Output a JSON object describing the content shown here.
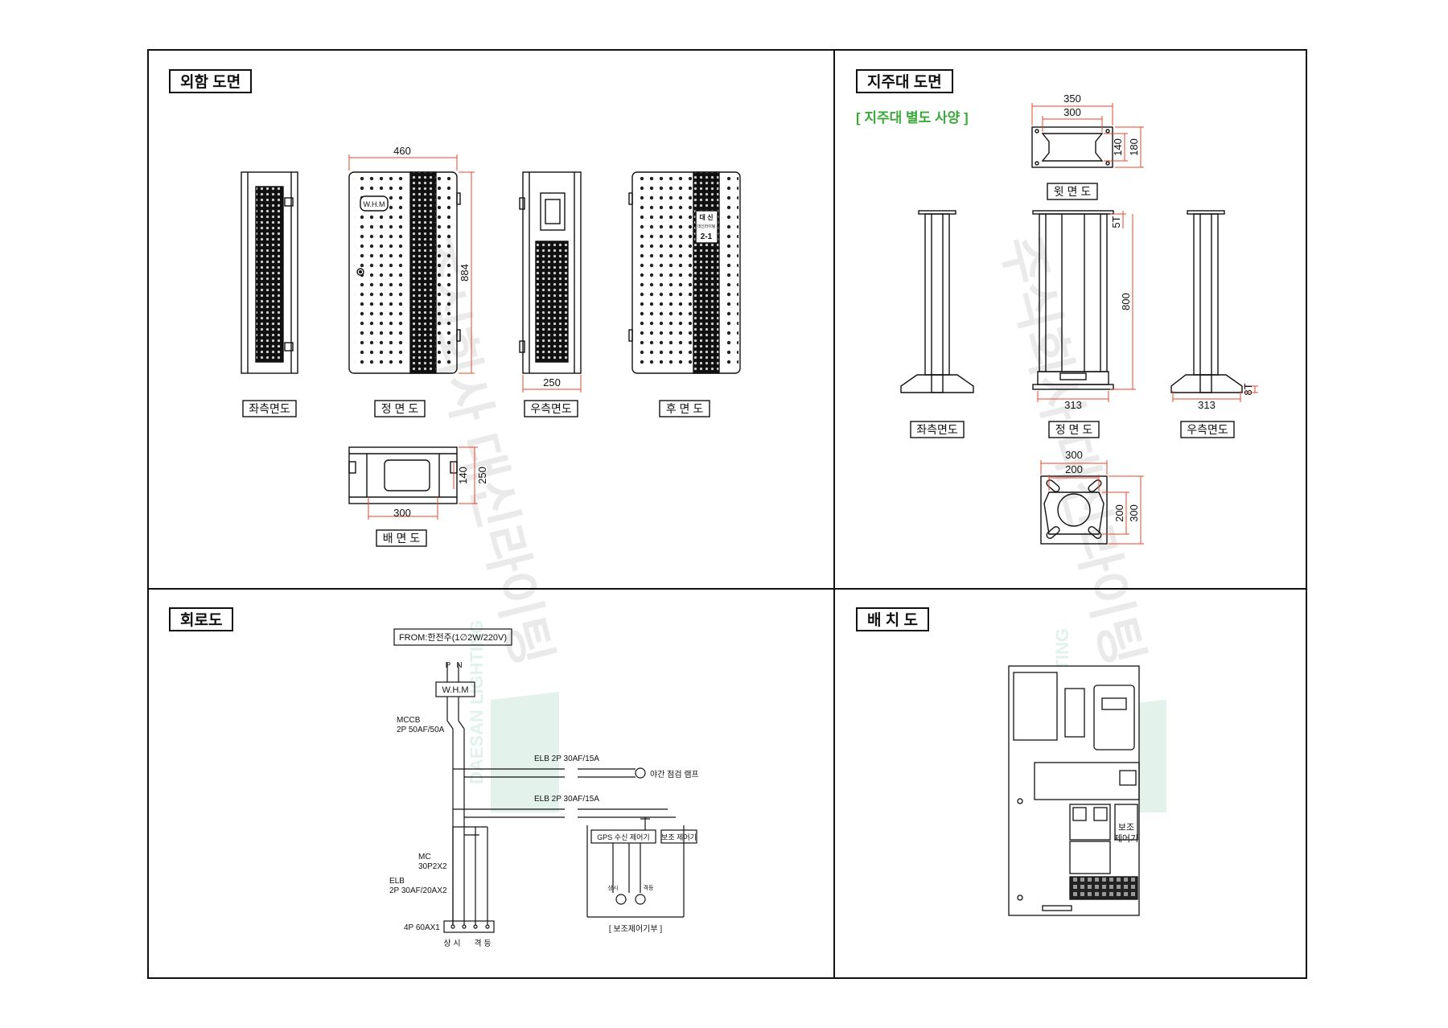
{
  "sections": {
    "enclosure": {
      "title": "외함 도면",
      "views": {
        "left": "좌측면도",
        "front": "정 면 도",
        "right": "우측면도",
        "rear": "후 면 도",
        "bottom": "배 면 도"
      },
      "dims": {
        "width": "460",
        "height": "884",
        "depth": "250",
        "bottom_w": "300",
        "bottom_h1": "140",
        "bottom_h2": "250"
      },
      "whm": "W.H.M",
      "rear_plate": {
        "line1": "대  신",
        "line2": "대신라이팅",
        "line3": "2-1"
      }
    },
    "pole": {
      "title": "지주대 도면",
      "note": "[ 지주대 별도 사양 ]",
      "views": {
        "top": "윗 면 도",
        "left": "좌측면도",
        "front": "정 면 도",
        "right": "우측면도"
      },
      "dims": {
        "top_w1": "350",
        "top_w2": "300",
        "top_h1": "140",
        "top_h2": "180",
        "t1": "5T",
        "height": "800",
        "base_front": "313",
        "base_right": "313",
        "t2": "8T",
        "plate_w1": "300",
        "plate_w2": "200",
        "plate_h1": "200",
        "plate_h2": "300"
      }
    },
    "circuit": {
      "title": "회로도",
      "from": "FROM:한전주(1∅2W/220V)",
      "p": "P",
      "n": "N",
      "whm": "W.H.M",
      "mccb": "MCCB",
      "mccb_spec": "2P 50AF/50A",
      "elb1": "ELB 2P 30AF/15A",
      "lamp": "야간 점검 램프",
      "elb2": "ELB 2P 30AF/15A",
      "gps": "GPS 수신 제어기",
      "aux_ctrl": "보조 제어기",
      "mc": "MC",
      "mc_spec": "30P2X2",
      "elb3": "ELB",
      "elb3_spec": "2P 30AF/20AX2",
      "tb": "4P 60AX1",
      "out1": "상 시",
      "out2": "격 등",
      "sub1": "상시",
      "sub2": "격등",
      "aux_group": "[ 보조제어기부 ]"
    },
    "layout": {
      "title": "배 치 도",
      "aux_label1": "보조",
      "aux_label2": "제어기"
    }
  },
  "watermark": {
    "korean": "주식회사 대신라이팅",
    "english": "DAESAN LIGHTING"
  },
  "colors": {
    "dimension": "#e8462b",
    "note": "#3aa83a",
    "line": "#111111"
  }
}
